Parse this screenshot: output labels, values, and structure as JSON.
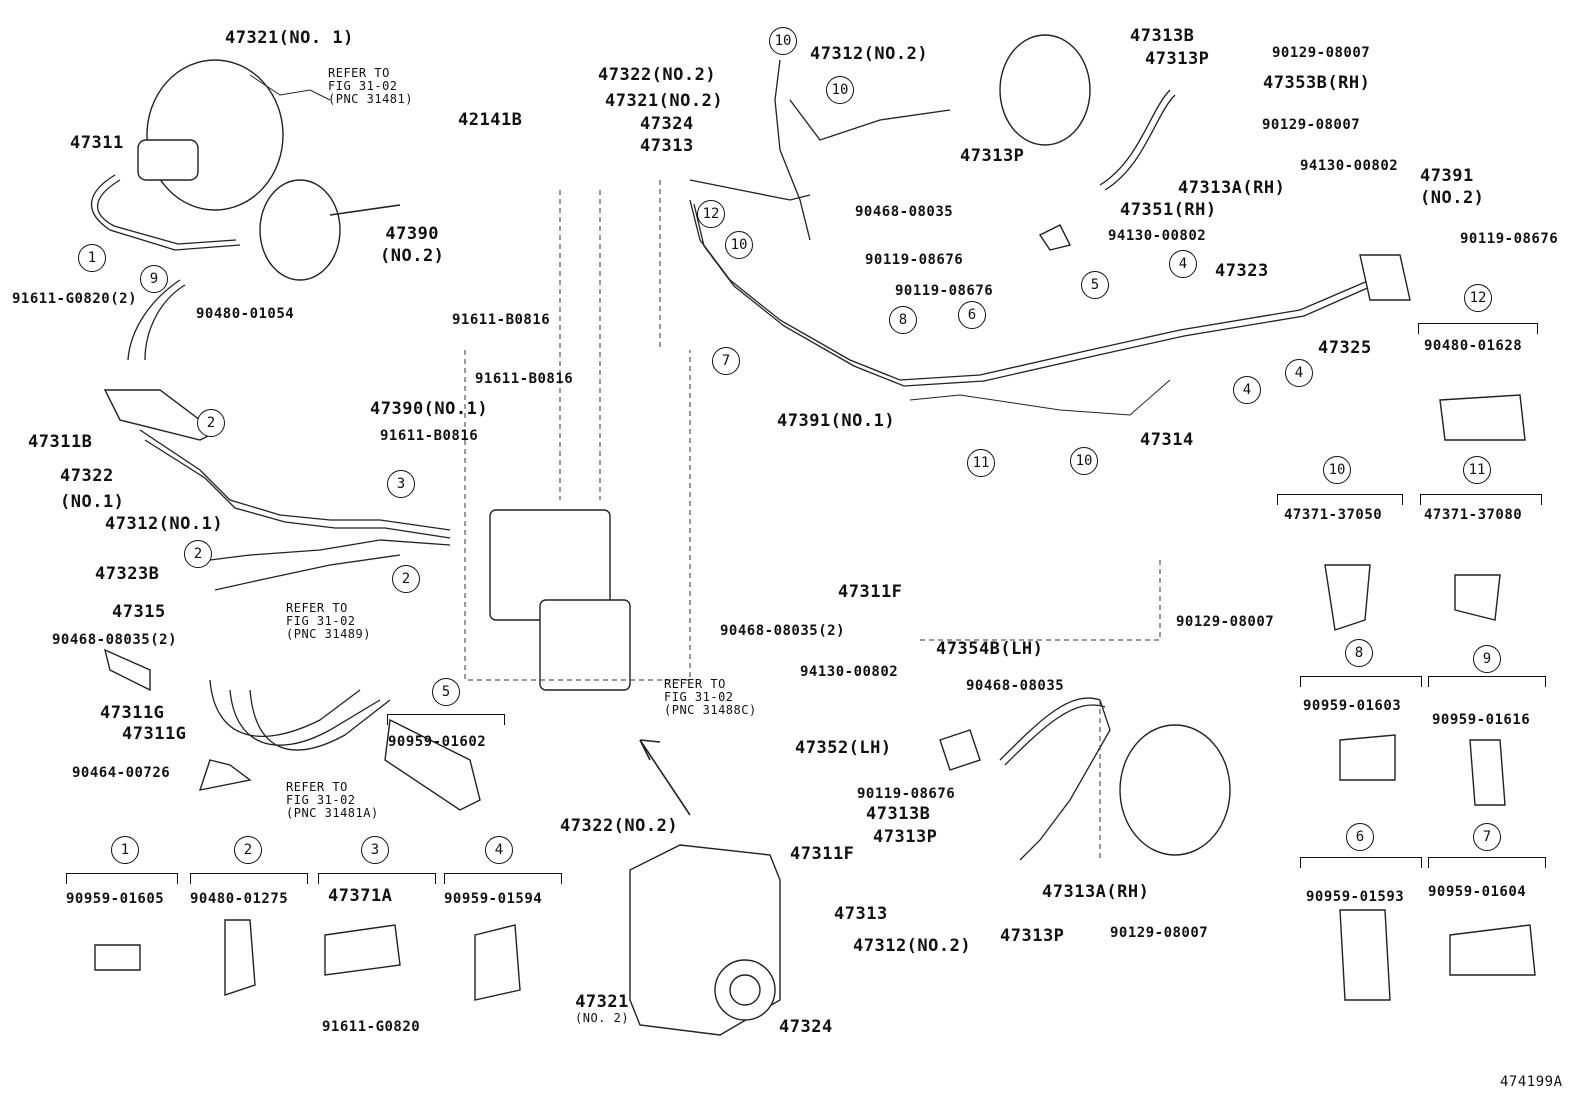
{
  "diagram_id": "474199A",
  "refer": {
    "a1": "REFER TO",
    "a2": "FIG 31-02",
    "a3": "(PNC 31481)",
    "b1": "REFER TO",
    "b2": "FIG 31-02",
    "b3": "(PNC 31489)",
    "c1": "REFER TO",
    "c2": "FIG 31-02",
    "c3": "(PNC 31488C)",
    "d1": "REFER TO",
    "d2": "FIG 31-02",
    "d3": "(PNC 31481A)"
  },
  "labels": {
    "p47321_no1": "47321(NO. 1)",
    "p47311": "47311",
    "p42141b": "42141B",
    "p47322_no2_top": "47322(NO.2)",
    "p47321_no2_top": "47321(NO.2)",
    "p47324_top": "47324",
    "p47313_top": "47313",
    "p47312_no2_top": "47312(NO.2)",
    "p47313b_top": "47313B",
    "p47313p_top1": "47313P",
    "p90129_1": "90129-08007",
    "p47353b": "47353B(RH)",
    "p90129_2": "90129-08007",
    "p47313p_top2": "47313P",
    "p47313a_rh_top": "47313A(RH)",
    "p94130_1": "94130-00802",
    "p47391_no2a": "47391",
    "p47391_no2b": "(NO.2)",
    "p90468_top": "90468-08035",
    "p47351": "47351(RH)",
    "p94130_2": "94130-00802",
    "p90119_r": "90119-08676",
    "p90119_m1": "90119-08676",
    "p90119_m2": "90119-08676",
    "p47390_no2a": "47390",
    "p47390_no2b": "(NO.2)",
    "p47323": "47323",
    "p91611_g0820_2": "91611-G0820(2)",
    "p90480_01054": "90480-01054",
    "p91611_b0816_a": "91611-B0816",
    "p91611_b0816_b": "91611-B0816",
    "p47325": "47325",
    "p47390_no1": "47390(NO.1)",
    "p91611_b0816_c": "91611-B0816",
    "p47391_no1": "47391(NO.1)",
    "p47311b": "47311B",
    "p47322_no1a": "47322",
    "p47322_no1b": "(NO.1)",
    "p47314": "47314",
    "p47312_no1": "47312(NO.1)",
    "p47323b": "47323B",
    "p47311f_mid": "47311F",
    "p47315": "47315",
    "p90468_2_left": "90468-08035(2)",
    "p90468_2_mid": "90468-08035(2)",
    "p90129_3": "90129-08007",
    "p47354b": "47354B(LH)",
    "p94130_3": "94130-00802",
    "p90468_lower": "90468-08035",
    "p47311g_1": "47311G",
    "p47311g_2": "47311G",
    "p90959_01602": "90959-01602",
    "p47352": "47352(LH)",
    "p90464": "90464-00726",
    "p90119_lower": "90119-08676",
    "p47313b_lower": "47313B",
    "p47313p_lower1": "47313P",
    "p47313a_rh_lower": "47313A(RH)",
    "p47313p_lower2": "47313P",
    "p90129_4": "90129-08007",
    "p47322_no2_bot": "47322(NO.2)",
    "p47311f_bot": "47311F",
    "p47313_bot": "47313",
    "p47312_no2_bot": "47312(NO.2)",
    "p47321_no2_bot_a": "47321",
    "p47321_no2_bot_b": "(NO. 2)",
    "p47324_bot": "47324",
    "p90959_01605": "90959-01605",
    "p90480_01275": "90480-01275",
    "p47371a": "47371A",
    "p90959_01594": "90959-01594",
    "p91611_g0820": "91611-G0820",
    "p90480_01628": "90480-01628",
    "p47371_37050": "47371-37050",
    "p47371_37080": "47371-37080",
    "p90959_01603": "90959-01603",
    "p90959_01616": "90959-01616",
    "p90959_01593": "90959-01593",
    "p90959_01604": "90959-01604"
  },
  "callouts": {
    "c1": "1",
    "c2": "2",
    "c3": "3",
    "c4": "4",
    "c5": "5",
    "c6": "6",
    "c7": "7",
    "c8": "8",
    "c9": "9",
    "c10": "10",
    "c11": "11",
    "c12": "12"
  }
}
